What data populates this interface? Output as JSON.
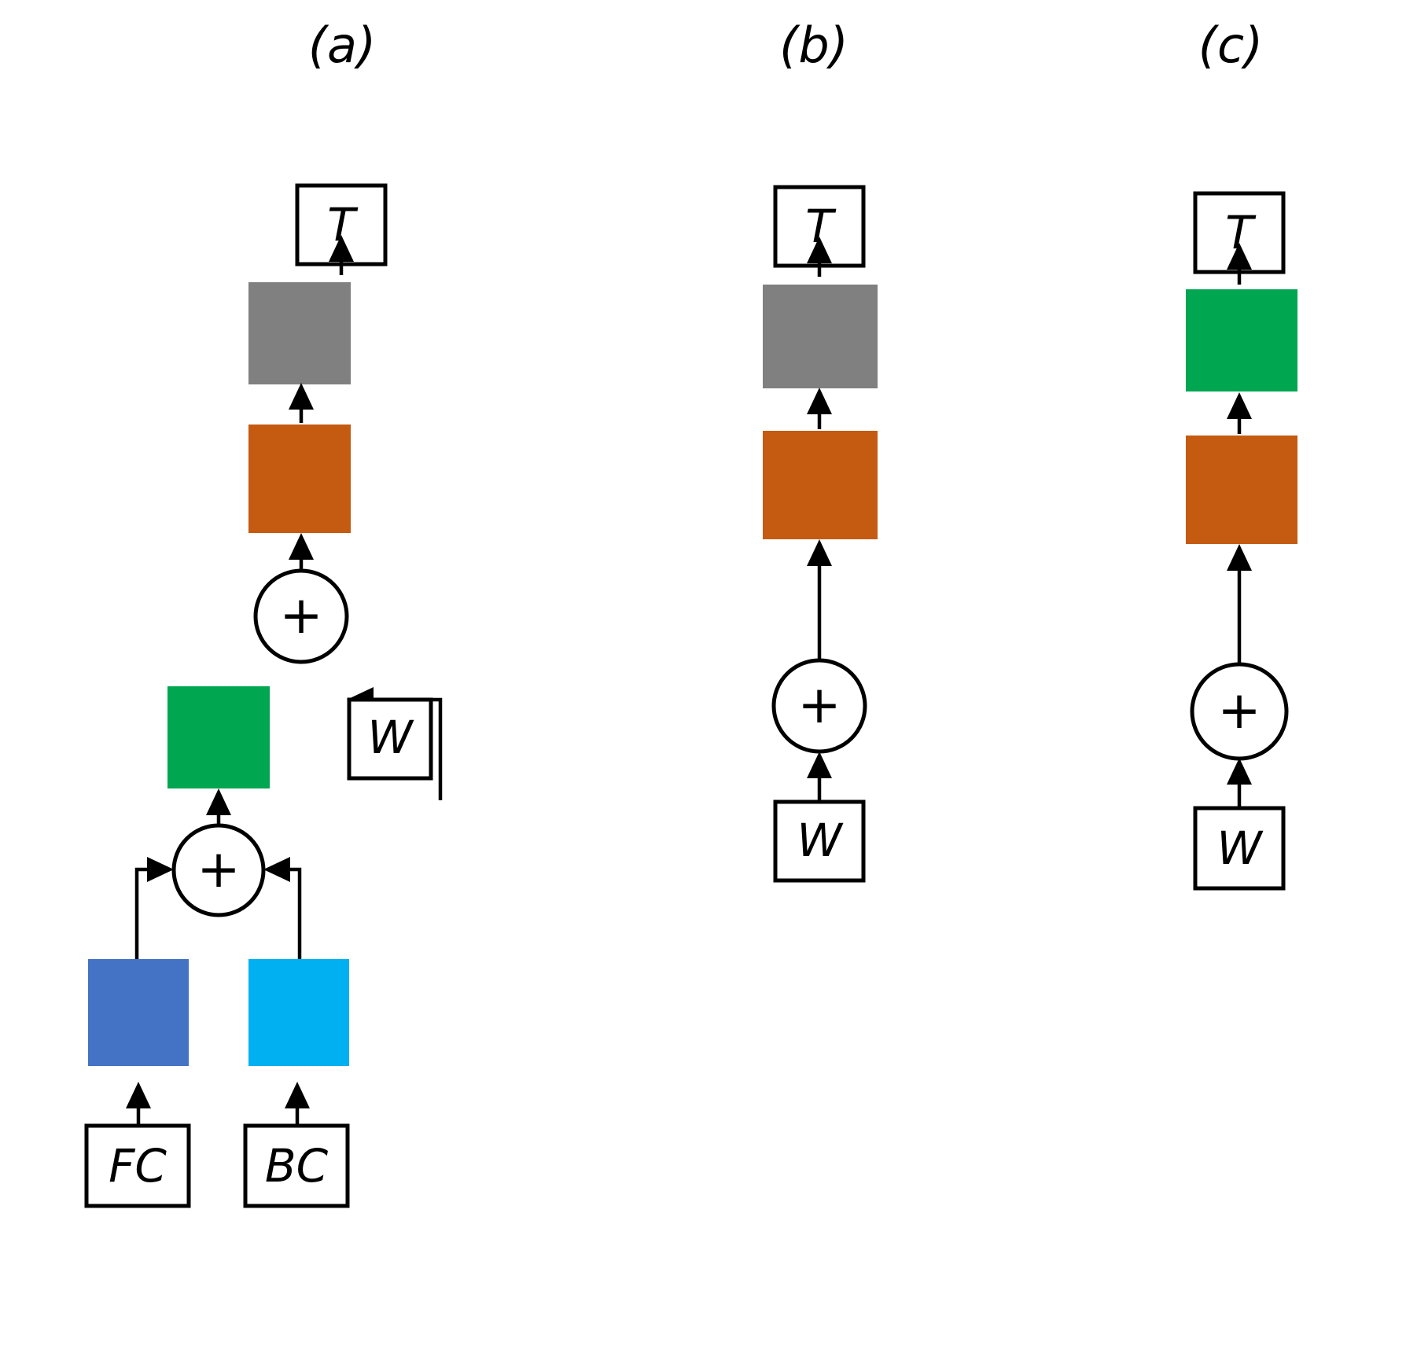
{
  "figure": {
    "title": "Network architecture variants diagram",
    "background_color": "#ffffff",
    "stroke_color": "#000000"
  },
  "palette": {
    "gray": "#808080",
    "orange": "#C55A11",
    "green": "#00A650",
    "dark_blue": "#4472C4",
    "light_blue": "#00B0F0",
    "white": "#FFFFFF",
    "black": "#000000"
  },
  "panels": [
    {
      "id": "a",
      "label": "(a)",
      "nodes": [
        {
          "name": "output-box",
          "label": "T",
          "kind": "outline-box",
          "color": "#FFFFFF"
        },
        {
          "name": "gray-layer",
          "label": "",
          "kind": "filled-box",
          "color": "#808080"
        },
        {
          "name": "orange-layer",
          "label": "",
          "kind": "filled-box",
          "color": "#C55A11"
        },
        {
          "name": "upper-sum",
          "label": "+",
          "kind": "circle",
          "color": "#FFFFFF"
        },
        {
          "name": "green-layer",
          "label": "",
          "kind": "filled-box",
          "color": "#00A650"
        },
        {
          "name": "weight-box",
          "label": "W",
          "kind": "outline-box",
          "color": "#FFFFFF"
        },
        {
          "name": "lower-sum",
          "label": "+",
          "kind": "circle",
          "color": "#FFFFFF"
        },
        {
          "name": "dark-blue-layer",
          "label": "",
          "kind": "filled-box",
          "color": "#4472C4"
        },
        {
          "name": "light-blue-layer",
          "label": "",
          "kind": "filled-box",
          "color": "#00B0F0"
        },
        {
          "name": "fc-input-box",
          "label": "FC",
          "kind": "outline-box",
          "color": "#FFFFFF"
        },
        {
          "name": "bc-input-box",
          "label": "BC",
          "kind": "outline-box",
          "color": "#FFFFFF"
        }
      ]
    },
    {
      "id": "b",
      "label": "(b)",
      "nodes": [
        {
          "name": "output-box",
          "label": "T",
          "kind": "outline-box",
          "color": "#FFFFFF"
        },
        {
          "name": "gray-layer",
          "label": "",
          "kind": "filled-box",
          "color": "#808080"
        },
        {
          "name": "orange-layer",
          "label": "",
          "kind": "filled-box",
          "color": "#C55A11"
        },
        {
          "name": "sum",
          "label": "+",
          "kind": "circle",
          "color": "#FFFFFF"
        },
        {
          "name": "weight-box",
          "label": "W",
          "kind": "outline-box",
          "color": "#FFFFFF"
        }
      ]
    },
    {
      "id": "c",
      "label": "(c)",
      "nodes": [
        {
          "name": "output-box",
          "label": "T",
          "kind": "outline-box",
          "color": "#FFFFFF"
        },
        {
          "name": "green-layer",
          "label": "",
          "kind": "filled-box",
          "color": "#00A650"
        },
        {
          "name": "orange-layer",
          "label": "",
          "kind": "filled-box",
          "color": "#C55A11"
        },
        {
          "name": "sum",
          "label": "+",
          "kind": "circle",
          "color": "#FFFFFF"
        },
        {
          "name": "weight-box",
          "label": "W",
          "kind": "outline-box",
          "color": "#FFFFFF"
        }
      ]
    }
  ],
  "labels": {
    "panel_a": "(a)",
    "panel_b": "(b)",
    "panel_c": "(c)",
    "output": "T",
    "weight": "W",
    "fc": "FC",
    "bc": "BC",
    "plus": "+"
  }
}
